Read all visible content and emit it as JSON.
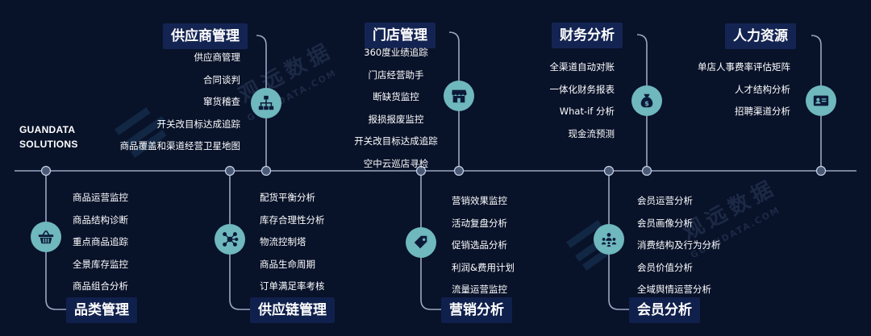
{
  "brand": {
    "line1": "GUANDATA",
    "line2": "SOLUTIONS"
  },
  "watermarks": [
    "观远数据",
    "GUANDATA.COM",
    "观远数据",
    "GUANDATA.COM"
  ],
  "colors": {
    "background": "#081229",
    "line": "#9aa8c2",
    "node": "#5a6a86",
    "icon": "#6fb8bd",
    "tag": "#142452"
  },
  "top_sections": [
    {
      "title": "供应商管理",
      "icon": "org-chart-icon",
      "items": [
        "供应商管理",
        "合同谈判",
        "窜货稽查",
        "开关改目标达成追踪",
        "商品覆盖和渠道经营卫星地图"
      ]
    },
    {
      "title": "门店管理",
      "icon": "store-icon",
      "items": [
        "360度业绩追踪",
        "门店经营助手",
        "断缺货监控",
        "报损报废监控",
        "开关改目标达成追踪",
        "空中云巡店寻检"
      ]
    },
    {
      "title": "财务分析",
      "icon": "money-bag-icon",
      "items": [
        "全渠道自动对账",
        "一体化财务报表",
        "What-if 分析",
        "现金流预测"
      ]
    },
    {
      "title": "人力资源",
      "icon": "id-card-icon",
      "items": [
        "单店人事费率评估矩阵",
        "人才结构分析",
        "招聘渠道分析"
      ]
    }
  ],
  "bottom_sections": [
    {
      "title": "品类管理",
      "icon": "basket-icon",
      "items": [
        "商品运营监控",
        "商品结构诊断",
        "重点商品追踪",
        "全景库存监控",
        "商品组合分析"
      ]
    },
    {
      "title": "供应链管理",
      "icon": "network-icon",
      "items": [
        "配货平衡分析",
        "库存合理性分析",
        "物流控制塔",
        "商品生命周期",
        "订单满足率考核"
      ]
    },
    {
      "title": "营销分析",
      "icon": "price-tag-icon",
      "items": [
        "营销效果监控",
        "活动复盘分析",
        "促销选品分析",
        "利润&费用计划",
        "流量运营监控"
      ]
    },
    {
      "title": "会员分析",
      "icon": "members-icon",
      "items": [
        "会员运营分析",
        "会员画像分析",
        "消费结构及行为分析",
        "会员价值分析",
        "全域舆情运营分析"
      ]
    }
  ]
}
